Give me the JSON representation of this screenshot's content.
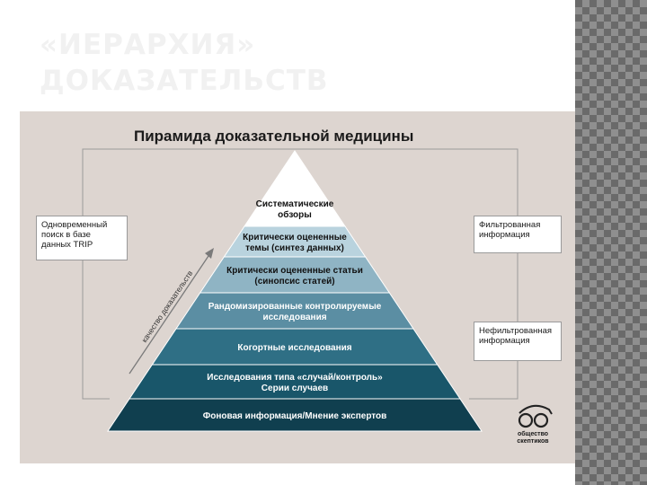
{
  "slide": {
    "title": "«ИЕРАРХИЯ» ДОКАЗАТЕЛЬСТВ",
    "colors": {
      "background": "#ffffff",
      "title": "#f1f1f1",
      "panel": "#ddd5d0",
      "pattern": "#7b7b7b"
    }
  },
  "diagram": {
    "title": "Пирамида доказательной медицины",
    "arrow_label": "качество доказательств",
    "left_box": "Одновременный поиск в базе данных TRIP",
    "right_top_box": "Фильтрованная информация",
    "right_bottom_box": "Нефильтрованная информация",
    "levels": [
      {
        "lines": [
          "Систематические",
          "обзоры"
        ],
        "color": "#ffffff",
        "text_color": "#111111"
      },
      {
        "lines": [
          "Критически оцененные",
          "темы (синтез данных)"
        ],
        "color": "#b9d3de",
        "text_color": "#111111"
      },
      {
        "lines": [
          "Критически оцененные статьи",
          "(синопсис статей)"
        ],
        "color": "#8fb4c4",
        "text_color": "#111111"
      },
      {
        "lines": [
          "Рандомизированные контролируемые",
          "исследования"
        ],
        "color": "#5b8ea3",
        "text_color": "#ffffff"
      },
      {
        "lines": [
          "Когортные исследования"
        ],
        "color": "#2f6f85",
        "text_color": "#ffffff"
      },
      {
        "lines": [
          "Исследования типа «случай/контроль»",
          "Серии случаев"
        ],
        "color": "#19566a",
        "text_color": "#ffffff"
      },
      {
        "lines": [
          "Фоновая информация/Мнение экспертов"
        ],
        "color": "#103f4f",
        "text_color": "#ffffff"
      }
    ],
    "logo": {
      "line1": "общество",
      "line2": "скептиков"
    }
  }
}
